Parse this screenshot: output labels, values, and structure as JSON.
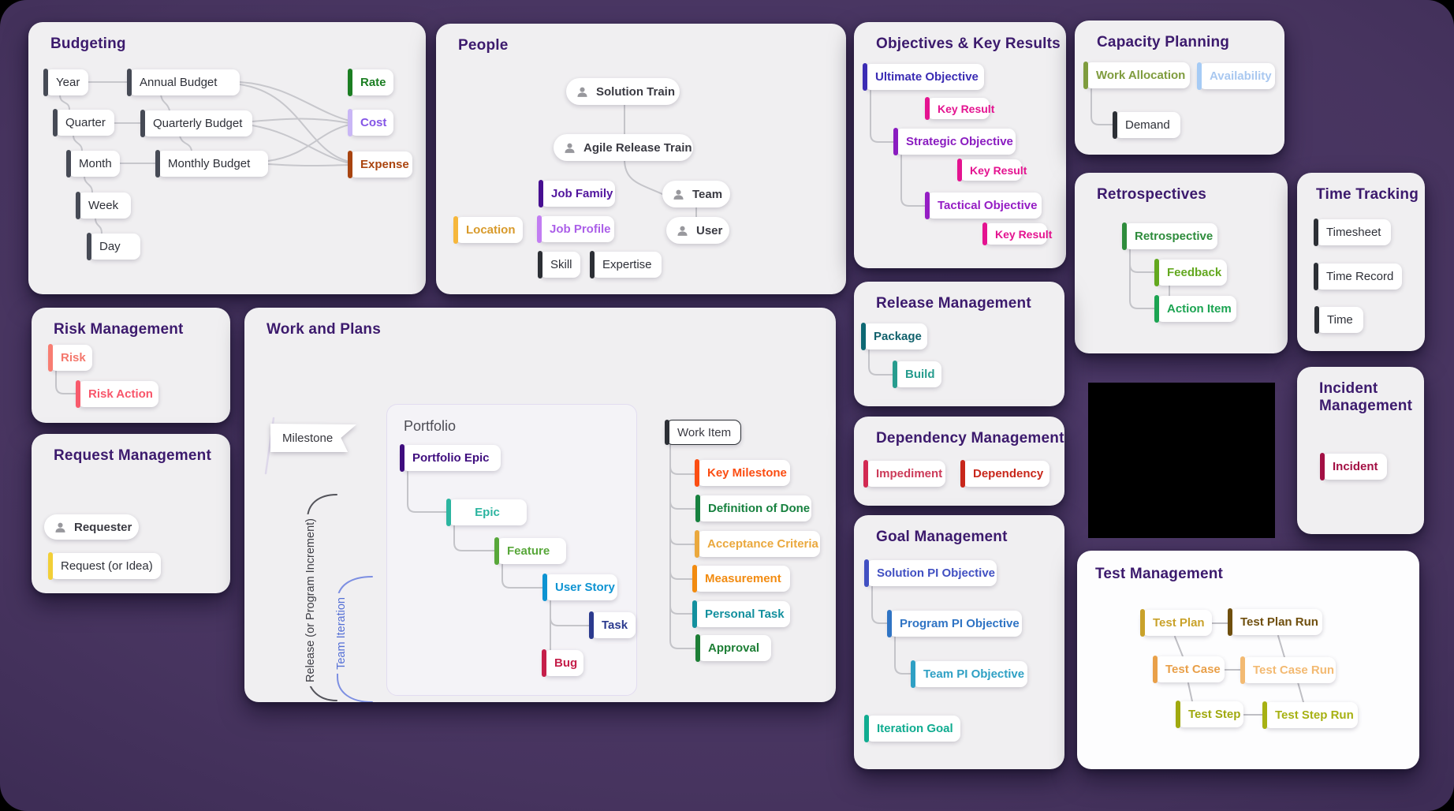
{
  "panels": {
    "budgeting": {
      "title": "Budgeting",
      "nodes": {
        "year": "Year",
        "annual_budget": "Annual Budget",
        "rate": "Rate",
        "quarter": "Quarter",
        "quarterly_budget": "Quarterly Budget",
        "cost": "Cost",
        "month": "Month",
        "monthly_budget": "Monthly Budget",
        "expense": "Expense",
        "week": "Week",
        "day": "Day"
      }
    },
    "people": {
      "title": "People",
      "nodes": {
        "solution_train": "Solution Train",
        "agile_release_train": "Agile Release Train",
        "job_family": "Job Family",
        "team": "Team",
        "location": "Location",
        "job_profile": "Job Profile",
        "user": "User",
        "skill": "Skill",
        "expertise": "Expertise"
      }
    },
    "okr": {
      "title": "Objectives & Key Results",
      "nodes": {
        "ultimate_objective": "Ultimate Objective",
        "key_result": "Key Result",
        "strategic_objective": "Strategic Objective",
        "tactical_objective": "Tactical Objective"
      }
    },
    "capacity": {
      "title": "Capacity Planning",
      "nodes": {
        "work_allocation": "Work Allocation",
        "availability": "Availability",
        "demand": "Demand"
      }
    },
    "retrospectives": {
      "title": "Retrospectives",
      "nodes": {
        "retrospective": "Retrospective",
        "feedback": "Feedback",
        "action_item": "Action Item"
      }
    },
    "time_tracking": {
      "title": "Time Tracking",
      "nodes": {
        "timesheet": "Timesheet",
        "time_record": "Time Record",
        "time": "Time"
      }
    },
    "risk": {
      "title": "Risk Management",
      "nodes": {
        "risk": "Risk",
        "risk_action": "Risk Action"
      }
    },
    "request": {
      "title": "Request Management",
      "nodes": {
        "requester": "Requester",
        "request_or_idea": "Request (or Idea)"
      }
    },
    "work_plans": {
      "title": "Work and Plans",
      "portfolio_label": "Portfolio",
      "nodes": {
        "milestone": "Milestone",
        "portfolio_epic": "Portfolio Epic",
        "epic": "Epic",
        "feature": "Feature",
        "user_story": "User Story",
        "task": "Task",
        "bug": "Bug",
        "work_item": "Work Item",
        "key_milestone": "Key Milestone",
        "definition_of_done": "Definition of Done",
        "acceptance_criteria": "Acceptance Criteria",
        "measurement": "Measurement",
        "personal_task": "Personal Task",
        "approval": "Approval",
        "release": "Release (or Program Increment)",
        "team_iteration": "Team Iteration"
      }
    },
    "release_mgmt": {
      "title": "Release Management",
      "nodes": {
        "package": "Package",
        "build": "Build"
      }
    },
    "dependency_mgmt": {
      "title": "Dependency Management",
      "nodes": {
        "impediment": "Impediment",
        "dependency": "Dependency"
      }
    },
    "goal_mgmt": {
      "title": "Goal Management",
      "nodes": {
        "solution_pi_objective": "Solution PI Objective",
        "program_pi_objective": "Program PI Objective",
        "team_pi_objective": "Team PI Objective",
        "iteration_goal": "Iteration Goal"
      }
    },
    "incident_mgmt": {
      "title": "Incident Management",
      "nodes": {
        "incident": "Incident"
      }
    },
    "test_mgmt": {
      "title": "Test Management",
      "nodes": {
        "test_plan": "Test Plan",
        "test_plan_run": "Test Plan Run",
        "test_case": "Test Case",
        "test_case_run": "Test Case Run",
        "test_step": "Test Step",
        "test_step_run": "Test Step Run"
      }
    }
  },
  "colors": {
    "background": "#47345f",
    "panel": "#f0eff1",
    "panel_white": "#fdfdfe",
    "title": "#3c1a6d",
    "connector": "#c4c4c9",
    "accents": {
      "rate": "#1b7e22",
      "cost": "#8455e6",
      "expense": "#ab450f",
      "location": "#d89a2b",
      "job_family": "#52169e",
      "job_profile": "#ab5fe8",
      "ultimate_objective": "#3b2cb4",
      "key_result": "#e41390",
      "strategic_objective": "#8a1cc0",
      "tactical_objective": "#951dc4",
      "risk": "#f4776c",
      "risk_action": "#f8566b",
      "request_or_idea": "#f2cf37",
      "package": "#11616c",
      "build": "#279c8e",
      "impediment": "#cc3b59",
      "dependency": "#c8271b",
      "solution_pi": "#4150c2",
      "program_pi": "#2f74c4",
      "team_pi": "#2fa0c4",
      "iteration_goal": "#10ac90",
      "work_allocation": "#7f9c3e",
      "availability": "#a9c8f0",
      "retrospective": "#2e8c3c",
      "feedback": "#63a81f",
      "action_item": "#1ca452",
      "incident": "#a31044",
      "portfolio_epic": "#3f0e7e",
      "epic": "#2cb5a0",
      "feature": "#58a73a",
      "user_story": "#0d93d2",
      "task": "#2b3a8e",
      "bug": "#c51f4a",
      "key_milestone": "#fb4d12",
      "definition_of_done": "#17813f",
      "acceptance_criteria": "#eaa83d",
      "measurement": "#f28b10",
      "personal_task": "#13909e",
      "approval": "#1d7e35",
      "team_iteration": "#5570d6",
      "test_plan": "#c9a22b",
      "test_plan_run": "#6f4f0e",
      "test_case": "#e9a049",
      "test_case_run": "#f3ba72",
      "test_step": "#a0a90f",
      "test_step_run": "#a7b112"
    }
  }
}
